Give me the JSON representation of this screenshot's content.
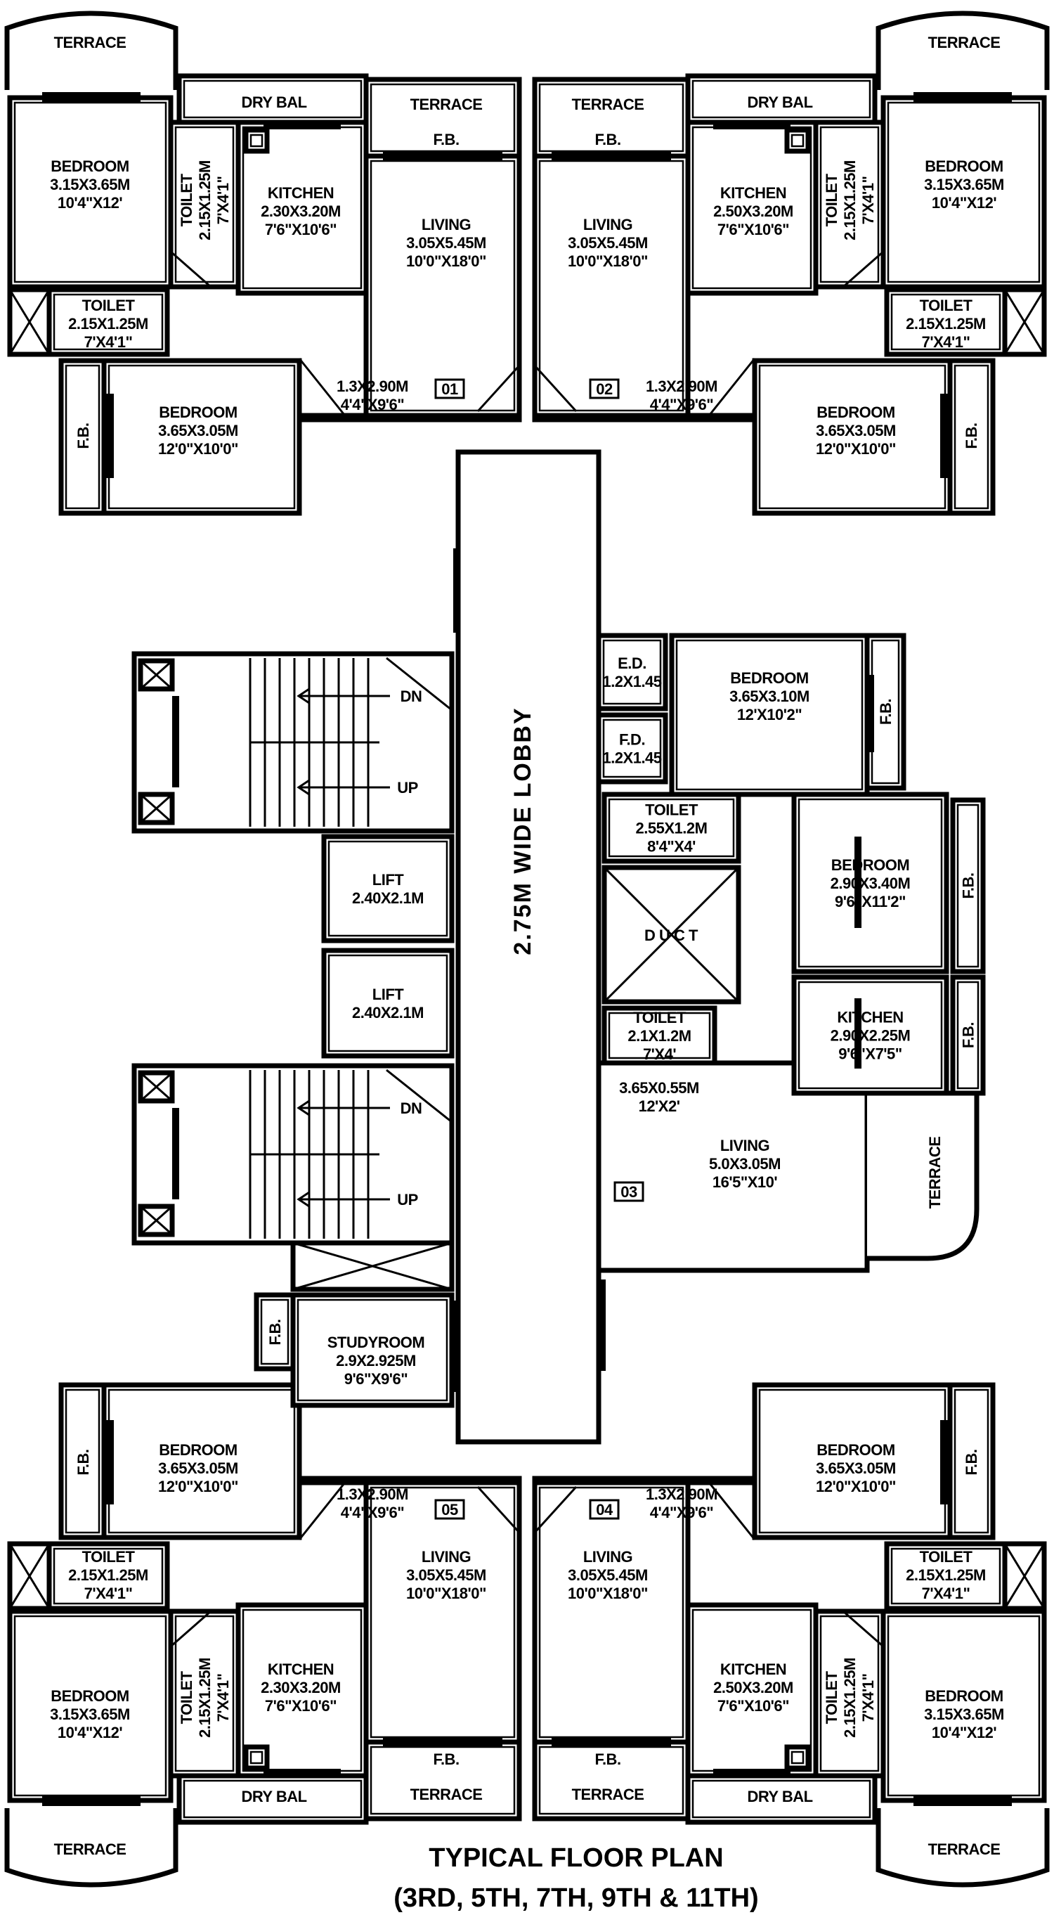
{
  "title": {
    "line1": "TYPICAL FLOOR PLAN",
    "line2": "(3RD, 5TH, 7TH, 9TH & 11TH)"
  },
  "lobby": {
    "label": "2.75M WIDE LOBBY"
  },
  "core": {
    "stairs": [
      {
        "dn": "DN",
        "up": "UP"
      },
      {
        "dn": "DN",
        "up": "UP"
      }
    ],
    "lifts": [
      {
        "name": "LIFT",
        "size": "2.40X2.1M"
      },
      {
        "name": "LIFT",
        "size": "2.40X2.1M"
      }
    ],
    "study": {
      "name": "STUDYROOM",
      "size": "2.9X2.925M",
      "imperial": "9'6\"X9'6\""
    },
    "study_fb": "F.B."
  },
  "units": [
    {
      "tag": "01",
      "terrace": "TERRACE",
      "dry_bal": "DRY BAL",
      "front_terrace": "TERRACE",
      "front_fb": "F.B.",
      "bedroom1": {
        "name": "BEDROOM",
        "size": "3.15X3.65M",
        "imperial": "10'4\"X12'"
      },
      "toilet1": {
        "name": "TOILET",
        "size": "2.15X1.25M",
        "imperial": "7'X4'1\""
      },
      "kitchen": {
        "name": "KITCHEN",
        "size": "2.30X3.20M",
        "imperial": "7'6\"X10'6\""
      },
      "living": {
        "name": "LIVING",
        "size": "3.05X5.45M",
        "imperial": "10'0\"X18'0\""
      },
      "toilet2": {
        "name": "TOILET",
        "size": "2.15X1.25M",
        "imperial": "7'X4'1\""
      },
      "side_fb": "F.B.",
      "bedroom2": {
        "name": "BEDROOM",
        "size": "3.65X3.05M",
        "imperial": "12'0\"X10'0\""
      },
      "passage": {
        "size": "1.3X2.90M",
        "imperial": "4'4\"X9'6\""
      }
    },
    {
      "tag": "02",
      "terrace": "TERRACE",
      "dry_bal": "DRY BAL",
      "front_terrace": "TERRACE",
      "front_fb": "F.B.",
      "bedroom1": {
        "name": "BEDROOM",
        "size": "3.15X3.65M",
        "imperial": "10'4\"X12'"
      },
      "toilet1": {
        "name": "TOILET",
        "size": "2.15X1.25M",
        "imperial": "7'X4'1\""
      },
      "kitchen": {
        "name": "KITCHEN",
        "size": "2.50X3.20M",
        "imperial": "7'6\"X10'6\""
      },
      "living": {
        "name": "LIVING",
        "size": "3.05X5.45M",
        "imperial": "10'0\"X18'0\""
      },
      "toilet2": {
        "name": "TOILET",
        "size": "2.15X1.25M",
        "imperial": "7'X4'1\""
      },
      "side_fb": "F.B.",
      "bedroom2": {
        "name": "BEDROOM",
        "size": "3.65X3.05M",
        "imperial": "12'0\"X10'0\""
      },
      "passage": {
        "size": "1.3X2.90M",
        "imperial": "4'4\"X9'6\""
      }
    },
    {
      "tag": "05",
      "terrace": "TERRACE",
      "dry_bal": "DRY BAL",
      "front_terrace": "TERRACE",
      "front_fb": "F.B.",
      "bedroom1": {
        "name": "BEDROOM",
        "size": "3.15X3.65M",
        "imperial": "10'4\"X12'"
      },
      "toilet1": {
        "name": "TOILET",
        "size": "2.15X1.25M",
        "imperial": "7'X4'1\""
      },
      "kitchen": {
        "name": "KITCHEN",
        "size": "2.30X3.20M",
        "imperial": "7'6\"X10'6\""
      },
      "living": {
        "name": "LIVING",
        "size": "3.05X5.45M",
        "imperial": "10'0\"X18'0\""
      },
      "toilet2": {
        "name": "TOILET",
        "size": "2.15X1.25M",
        "imperial": "7'X4'1\""
      },
      "side_fb": "F.B.",
      "bedroom2": {
        "name": "BEDROOM",
        "size": "3.65X3.05M",
        "imperial": "12'0\"X10'0\""
      },
      "passage": {
        "size": "1.3X2.90M",
        "imperial": "4'4\"X9'6\""
      }
    },
    {
      "tag": "04",
      "terrace": "TERRACE",
      "dry_bal": "DRY BAL",
      "front_terrace": "TERRACE",
      "front_fb": "F.B.",
      "bedroom1": {
        "name": "BEDROOM",
        "size": "3.15X3.65M",
        "imperial": "10'4\"X12'"
      },
      "toilet1": {
        "name": "TOILET",
        "size": "2.15X1.25M",
        "imperial": "7'X4'1\""
      },
      "kitchen": {
        "name": "KITCHEN",
        "size": "2.50X3.20M",
        "imperial": "7'6\"X10'6\""
      },
      "living": {
        "name": "LIVING",
        "size": "3.05X5.45M",
        "imperial": "10'0\"X18'0\""
      },
      "toilet2": {
        "name": "TOILET",
        "size": "2.15X1.25M",
        "imperial": "7'X4'1\""
      },
      "side_fb": "F.B.",
      "bedroom2": {
        "name": "BEDROOM",
        "size": "3.65X3.05M",
        "imperial": "12'0\"X10'0\""
      },
      "passage": {
        "size": "1.3X2.90M",
        "imperial": "4'4\"X9'6\""
      }
    }
  ],
  "unit03": {
    "tag": "03",
    "ed": {
      "name": "E.D.",
      "size": "1.2X1.45"
    },
    "fd": {
      "name": "F.D.",
      "size": "1.2X1.45"
    },
    "bedroom1": {
      "name": "BEDROOM",
      "size": "3.65X3.10M",
      "imperial": "12'X10'2\""
    },
    "fb1": "F.B.",
    "toilet1": {
      "name": "TOILET",
      "size": "2.55X1.2M",
      "imperial": "8'4\"X4'"
    },
    "duct": "D U C T",
    "toilet2": {
      "name": "TOILET",
      "size": "2.1X1.2M",
      "imperial": "7'X4'"
    },
    "bedroom2": {
      "name": "BEDROOM",
      "size": "2.90X3.40M",
      "imperial": "9'6\"X11'2\""
    },
    "fb2": "F.B.",
    "kitchen": {
      "name": "KITCHEN",
      "size": "2.90X2.25M",
      "imperial": "9'6\"X7'5\""
    },
    "fb3": "F.B.",
    "passage": {
      "size": "3.65X0.55M",
      "imperial": "12'X2'"
    },
    "living": {
      "name": "LIVING",
      "size": "5.0X3.05M",
      "imperial": "16'5\"X10'"
    },
    "terrace": "TERRACE"
  }
}
